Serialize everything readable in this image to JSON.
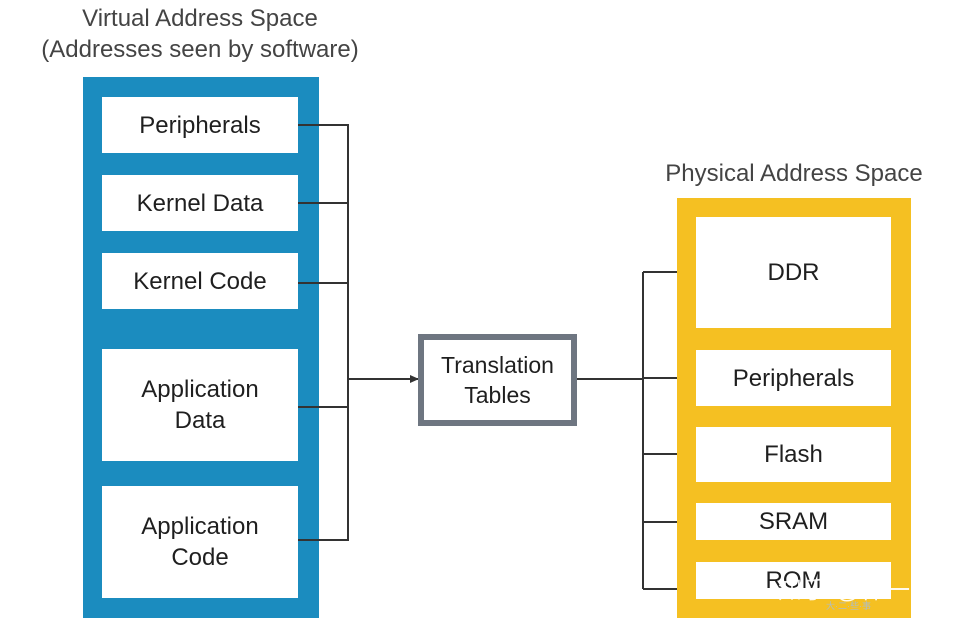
{
  "virtual_space": {
    "title_line1": "Virtual Address Space",
    "title_line2": "(Addresses seen by software)",
    "regions": [
      {
        "lines": [
          "Peripherals"
        ]
      },
      {
        "lines": [
          "Kernel Data"
        ]
      },
      {
        "lines": [
          "Kernel Code"
        ]
      },
      {
        "lines": [
          "Application",
          "Data"
        ]
      },
      {
        "lines": [
          "Application",
          "Code"
        ]
      }
    ]
  },
  "translation": {
    "lines": [
      "Translation",
      "Tables"
    ]
  },
  "physical_space": {
    "title": "Physical Address Space",
    "regions": [
      {
        "lines": [
          "DDR"
        ]
      },
      {
        "lines": [
          "Peripherals"
        ]
      },
      {
        "lines": [
          "Flash"
        ]
      },
      {
        "lines": [
          "SRAM"
        ]
      },
      {
        "lines": [
          "ROM"
        ]
      }
    ]
  },
  "watermark": {
    "text": "知乎 @仲一",
    "subtext": "大·二·些·事"
  },
  "colors": {
    "virtual_panel": "#1b8cbf",
    "physical_panel": "#f5c022",
    "translation_border": "#6e7681",
    "connector": "#333333"
  }
}
